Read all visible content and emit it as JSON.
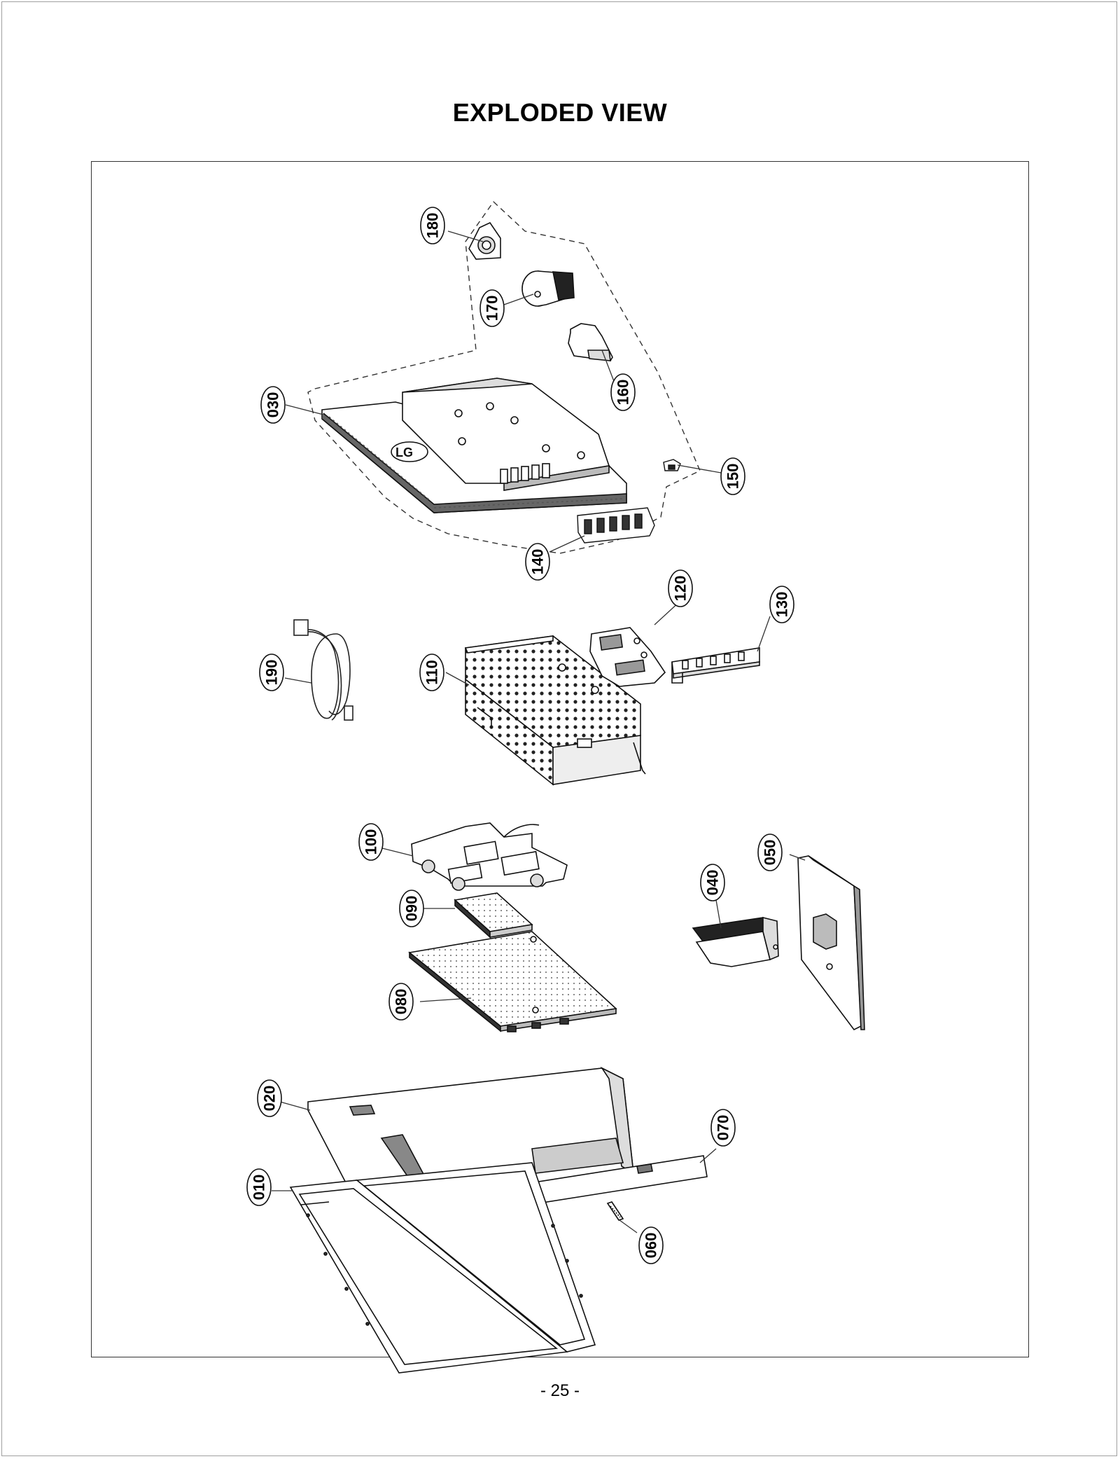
{
  "page": {
    "title": "EXPLODED VIEW",
    "page_number": "- 25 -"
  },
  "callouts": {
    "c180": "180",
    "c170": "170",
    "c160": "160",
    "c150": "150",
    "c140": "140",
    "c030": "030",
    "c120": "120",
    "c130": "130",
    "c110": "110",
    "c190": "190",
    "c100": "100",
    "c050": "050",
    "c040": "040",
    "c090": "090",
    "c080": "080",
    "c020": "020",
    "c070": "070",
    "c010": "010",
    "c060": "060"
  },
  "decor": {
    "logo_text": "LG"
  }
}
